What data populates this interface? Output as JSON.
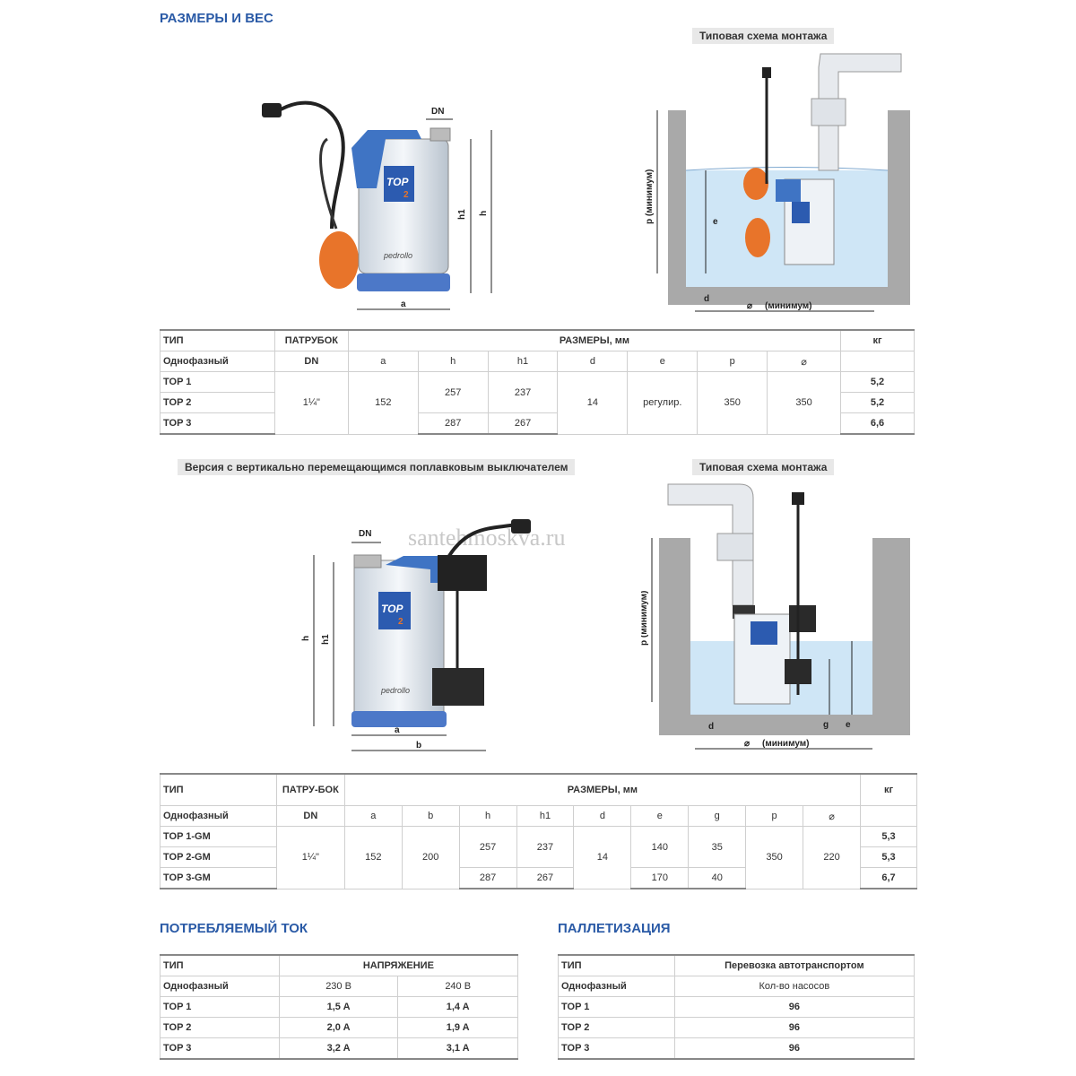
{
  "sec1_title": "РАЗМЕРЫ И ВЕС",
  "install1": "Типовая схема монтажа",
  "sec2_title": "Версия с вертикально перемещающимся поплавковым выключателем",
  "install2": "Типовая схема монтажа",
  "watermark": "santehmoskva.ru",
  "pump_brand": "TOP",
  "pump_model": "2",
  "pump_maker": "pedrollo",
  "diag1": {
    "dn": "DN",
    "h": "h",
    "h1": "h1",
    "a": "a",
    "p": "p (минимум)",
    "e": "e",
    "d": "d",
    "min": "(минимум)"
  },
  "diag2": {
    "dn": "DN",
    "h": "h",
    "h1": "h1",
    "a": "a",
    "b": "b",
    "p": "p (минимум)",
    "g": "g",
    "e": "e",
    "d": "d",
    "min": "(минимум)"
  },
  "t1": {
    "h_type": "ТИП",
    "h_branch": "ПАТРУБОК",
    "h_dims": "РАЗМЕРЫ, мм",
    "h_kg": "кг",
    "h_phase": "Однофазный",
    "h_dn": "DN",
    "cols": [
      "a",
      "h",
      "h1",
      "d",
      "e",
      "p",
      "⌀"
    ],
    "rows": [
      {
        "name": "TOP 1",
        "kg": "5,2"
      },
      {
        "name": "TOP 2",
        "kg": "5,2"
      },
      {
        "name": "TOP 3",
        "kg": "6,6"
      }
    ],
    "dn": "1¼\"",
    "a": "152",
    "h12": "257",
    "h1_12": "237",
    "h3": "287",
    "h1_3": "267",
    "d": "14",
    "e": "регулир.",
    "p": "350",
    "dia": "350"
  },
  "t2": {
    "h_type": "ТИП",
    "h_branch": "ПАТРУ-БОК",
    "h_dims": "РАЗМЕРЫ, мм",
    "h_kg": "кг",
    "h_phase": "Однофазный",
    "h_dn": "DN",
    "cols": [
      "a",
      "b",
      "h",
      "h1",
      "d",
      "e",
      "g",
      "p",
      "⌀"
    ],
    "rows": [
      {
        "name": "TOP 1-GM",
        "kg": "5,3"
      },
      {
        "name": "TOP 2-GM",
        "kg": "5,3"
      },
      {
        "name": "TOP 3-GM",
        "kg": "6,7"
      }
    ],
    "dn": "1¼\"",
    "a": "152",
    "b": "200",
    "h12": "257",
    "h1_12": "237",
    "h3": "287",
    "h1_3": "267",
    "d": "14",
    "e12": "140",
    "g12": "35",
    "e3": "170",
    "g3": "40",
    "p": "350",
    "dia": "220"
  },
  "current": {
    "title": "ПОТРЕБЛЯЕМЫЙ ТОК",
    "h_type": "ТИП",
    "h_voltage": "НАПРЯЖЕНИЕ",
    "h_phase": "Однофазный",
    "v1": "230 В",
    "v2": "240 В",
    "rows": [
      {
        "name": "TOP 1",
        "a": "1,5 A",
        "b": "1,4 A"
      },
      {
        "name": "TOP 2",
        "a": "2,0 A",
        "b": "1,9 A"
      },
      {
        "name": "TOP 3",
        "a": "3,2 A",
        "b": "3,1 A"
      }
    ]
  },
  "pallet": {
    "title": "ПАЛЛЕТИЗАЦИЯ",
    "h_type": "ТИП",
    "h_transport": "Перевозка автотранспортом",
    "h_phase": "Однофазный",
    "h_qty": "Кол-во насосов",
    "rows": [
      {
        "name": "TOP 1",
        "q": "96"
      },
      {
        "name": "TOP 2",
        "q": "96"
      },
      {
        "name": "TOP 3",
        "q": "96"
      }
    ]
  },
  "colors": {
    "title": "#2a5aa6",
    "pump_blue": "#3f74c4",
    "float_orange": "#e8742a",
    "water": "#cfe6f6",
    "pit": "#a9a9a9"
  }
}
